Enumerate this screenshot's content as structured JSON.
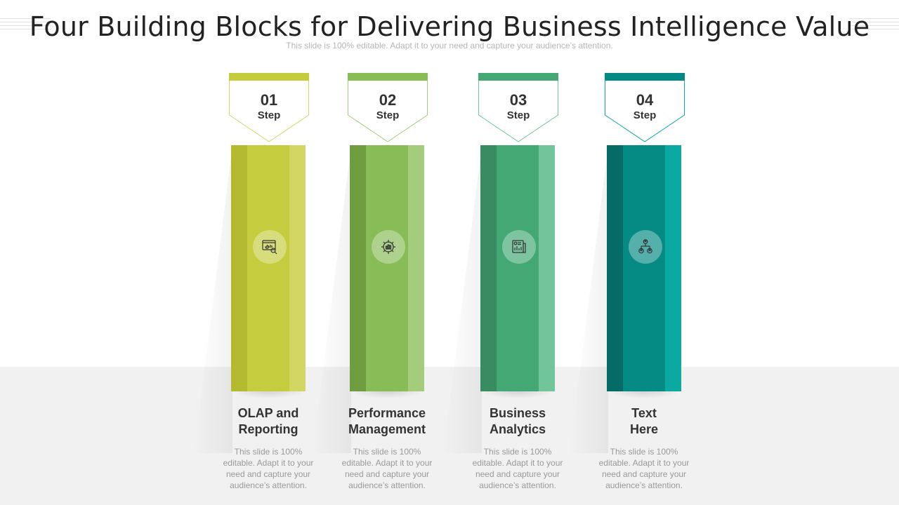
{
  "title": "Four Building Blocks for Delivering Business Intelligence Value",
  "subtitle": "This slide is 100% editable. Adapt it to your need and capture your audience’s attention.",
  "steps": [
    {
      "number": "01",
      "label": "Step",
      "heading_line1": "OLAP and",
      "heading_line2": "Reporting",
      "desc_line1": "This slide is 100%",
      "desc_line2": "editable. Adapt it to your",
      "desc_line3": "need and capture your",
      "desc_line4": "audience’s attention.",
      "icon": "dashboard-report-icon",
      "colors": {
        "tab": "#c5cc3b",
        "dark": "#b3ba30",
        "mid": "#c5cd3e",
        "light": "#d2d763"
      }
    },
    {
      "number": "02",
      "label": "Step",
      "heading_line1": "Performance",
      "heading_line2": "Management",
      "desc_line1": "This slide is 100%",
      "desc_line2": "editable. Adapt it to your",
      "desc_line3": "need and capture your",
      "desc_line4": "audience’s attention.",
      "icon": "gear-chart-icon",
      "colors": {
        "tab": "#88bc55",
        "dark": "#6d9d3f",
        "mid": "#88bc57",
        "light": "#a3cd7b"
      }
    },
    {
      "number": "03",
      "label": "Step",
      "heading_line1": "Business",
      "heading_line2": "Analytics",
      "desc_line1": "This slide is 100%",
      "desc_line2": "editable. Adapt it to your",
      "desc_line3": "need and capture your",
      "desc_line4": "audience’s attention.",
      "icon": "analytics-report-icon",
      "colors": {
        "tab": "#43a874",
        "dark": "#388c60",
        "mid": "#43a874",
        "light": "#71c598"
      }
    },
    {
      "number": "04",
      "label": "Step",
      "heading_line1": "Text",
      "heading_line2": "Here",
      "desc_line1": "This slide is 100%",
      "desc_line2": "editable. Adapt it to your",
      "desc_line3": "need and capture your",
      "desc_line4": "audience’s attention.",
      "icon": "org-hierarchy-icon",
      "colors": {
        "tab": "#048a84",
        "dark": "#046b66",
        "mid": "#058a84",
        "light": "#0aa9a2"
      }
    }
  ]
}
